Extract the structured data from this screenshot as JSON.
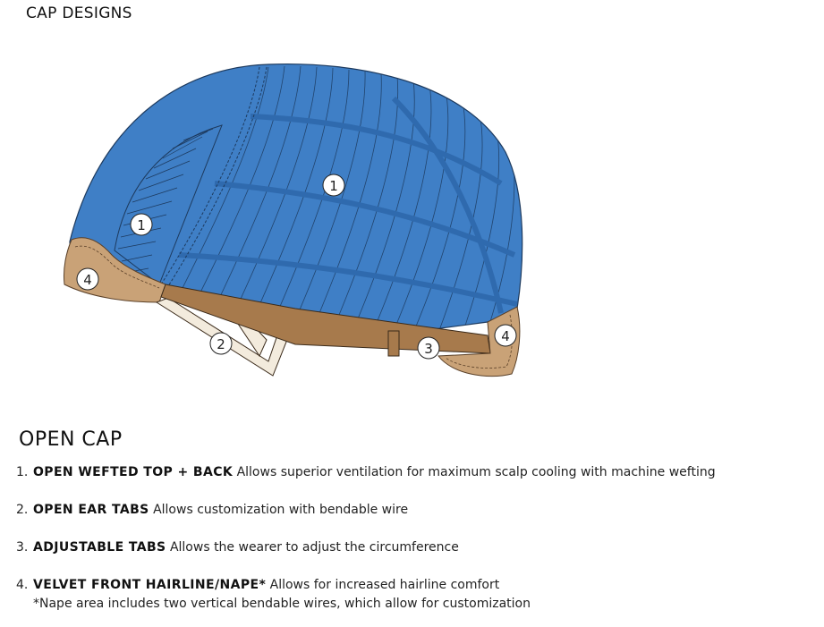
{
  "section_title": "CAP DESIGNS",
  "diagram": {
    "callouts": [
      "1",
      "1",
      "2",
      "3",
      "4",
      "4"
    ],
    "colors": {
      "cap_blue": "#3f7fc6",
      "cap_blue_dark": "#2f6aae",
      "line": "#1d3a5e",
      "velvet_tan": "#c9a277",
      "tab_brown": "#a77a4c",
      "ear_tab_cream": "#f3ebdd"
    }
  },
  "cap": {
    "heading": "OPEN CAP",
    "features": [
      {
        "number": "1.",
        "name": "OPEN WEFTED TOP + BACK",
        "description": "Allows superior ventilation for maximum scalp cooling with machine wefting",
        "note": ""
      },
      {
        "number": "2.",
        "name": "OPEN EAR TABS",
        "description": "Allows customization with bendable wire",
        "note": ""
      },
      {
        "number": "3.",
        "name": "ADJUSTABLE TABS",
        "description": "Allows the wearer to adjust the circumference",
        "note": ""
      },
      {
        "number": "4.",
        "name": "VELVET FRONT HAIRLINE/NAPE*",
        "description": "Allows for increased hairline comfort",
        "note": "*Nape area includes two vertical bendable wires, which allow for customization"
      }
    ]
  }
}
